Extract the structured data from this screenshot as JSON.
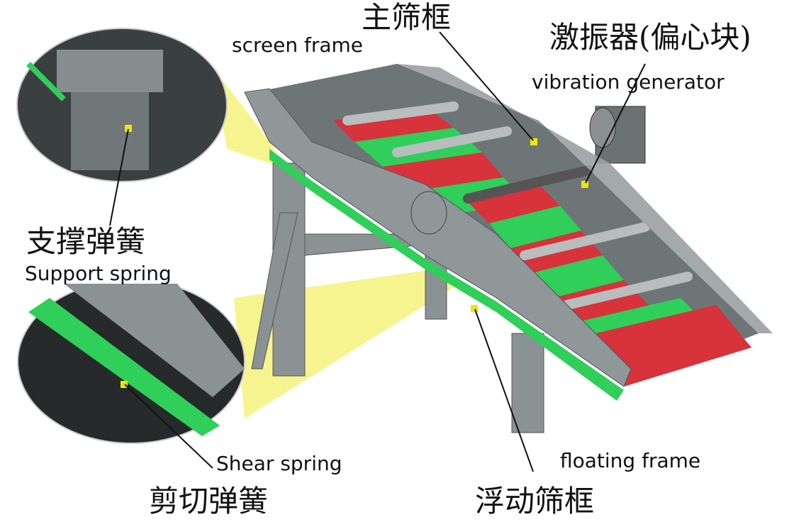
{
  "labels": {
    "screen_frame_cn": "主筛框",
    "screen_frame_en": "screen frame",
    "vibration_generator_cn": "激振器(偏心块)",
    "vibration_generator_en": "vibration generator",
    "support_spring_cn": "支撑弹簧",
    "support_spring_en": "Support spring",
    "shear_spring_en": "Shear spring",
    "shear_spring_cn": "剪切弹簧",
    "floating_frame_en": "floating frame",
    "floating_frame_cn": "浮动筛框"
  },
  "colors": {
    "frame": "#7d8587",
    "deck_green": "#2fcf5a",
    "deck_red": "#d8323a",
    "highlight": "#f5f27a",
    "marker": "#f2e600"
  }
}
